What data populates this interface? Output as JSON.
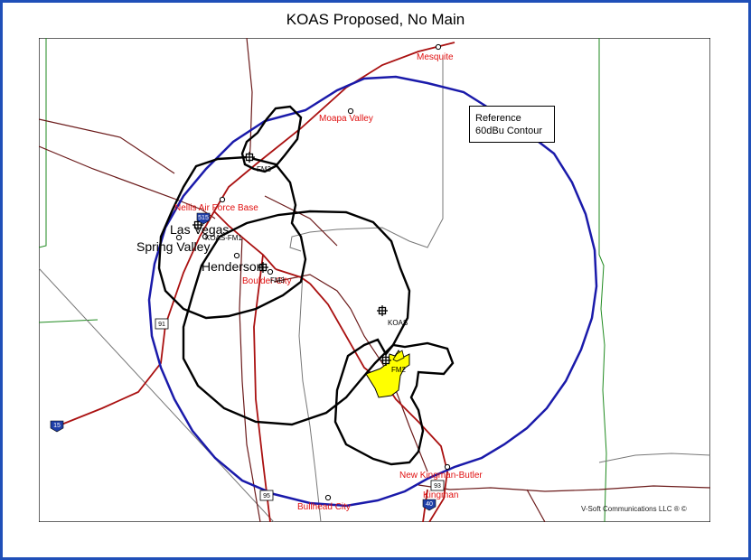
{
  "title": "KOAS Proposed, No Main",
  "legend": {
    "line1": "Reference",
    "line2": "60dBu Contour"
  },
  "credit": "V-Soft Communications LLC ® ©",
  "colors": {
    "frame": "#1f4fb8",
    "reference_contour": "#1a1aaa",
    "station_contours": "#000000",
    "highways": "#aa1111",
    "roads": "#6b1a1a",
    "state_line": "#1f8a1f",
    "service_area": "#ffff00"
  },
  "cities": {
    "mesquite": "Mesquite",
    "moapa_valley": "Moapa Valley",
    "nellis": "Nellis Air Force Base",
    "las_vegas": "Las Vegas",
    "spring_valley": "Spring Valley",
    "henderson": "Henderson",
    "boulder_city": "Boulder City",
    "new_kingman": "New Kingman-Butler",
    "kingman": "Kingman",
    "bullhead": "Bullhead City"
  },
  "stations": {
    "koas": "KOAS",
    "koas_fm1": "KOAS-FM1",
    "fm2": "FM2",
    "fm3_top": "FM3",
    "fm3_boulder": "FM3"
  },
  "shields": {
    "i515": "515",
    "us91": "91",
    "i15": "15",
    "us95": "95",
    "us93": "93",
    "i40": "40"
  }
}
